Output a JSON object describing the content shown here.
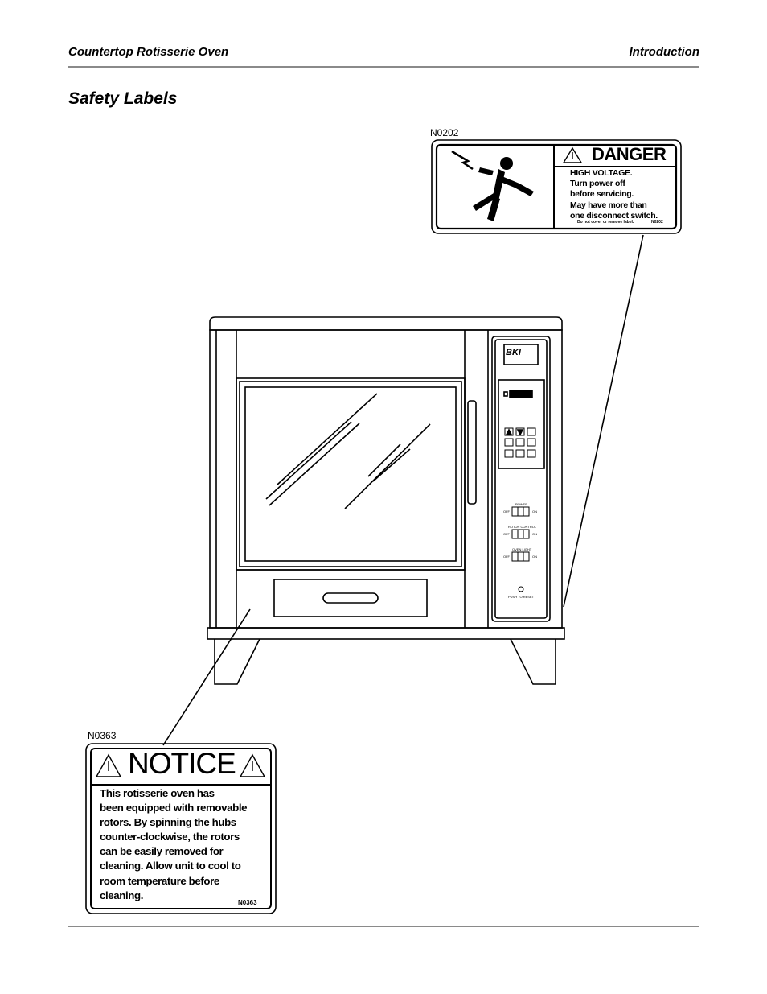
{
  "header": {
    "left": "Countertop Rotisserie Oven",
    "right": "Introduction"
  },
  "section_title": "Safety Labels",
  "danger_label": {
    "code": "N0202",
    "heading": "DANGER",
    "lines": [
      "HIGH VOLTAGE.",
      "Turn power off",
      "before servicing.",
      "May have more than",
      "one disconnect switch."
    ],
    "small_print": "Do not cover or remove label.",
    "small_code": "N0202",
    "icon": "electric-shock-icon"
  },
  "notice_label": {
    "code": "N0363",
    "heading": "NOTICE",
    "lines": [
      "This rotisserie oven has",
      "been equipped with removable",
      "rotors. By spinning the hubs",
      "counter-clockwise, the rotors",
      "can be easily removed for",
      "cleaning. Allow unit to cool to",
      "room temperature before",
      "cleaning."
    ],
    "small_code": "N0363",
    "icon": "warning-triangle-icon"
  },
  "oven": {
    "logo": "BKI",
    "switches": [
      {
        "label": "POWER",
        "off": "OFF",
        "on": "ON"
      },
      {
        "label": "ROTOR CONTROL",
        "off": "OFF",
        "on": "ON"
      },
      {
        "label": "OVEN LIGHT",
        "off": "OFF",
        "on": "ON"
      }
    ],
    "reset_label": "PUSH TO RESET"
  }
}
